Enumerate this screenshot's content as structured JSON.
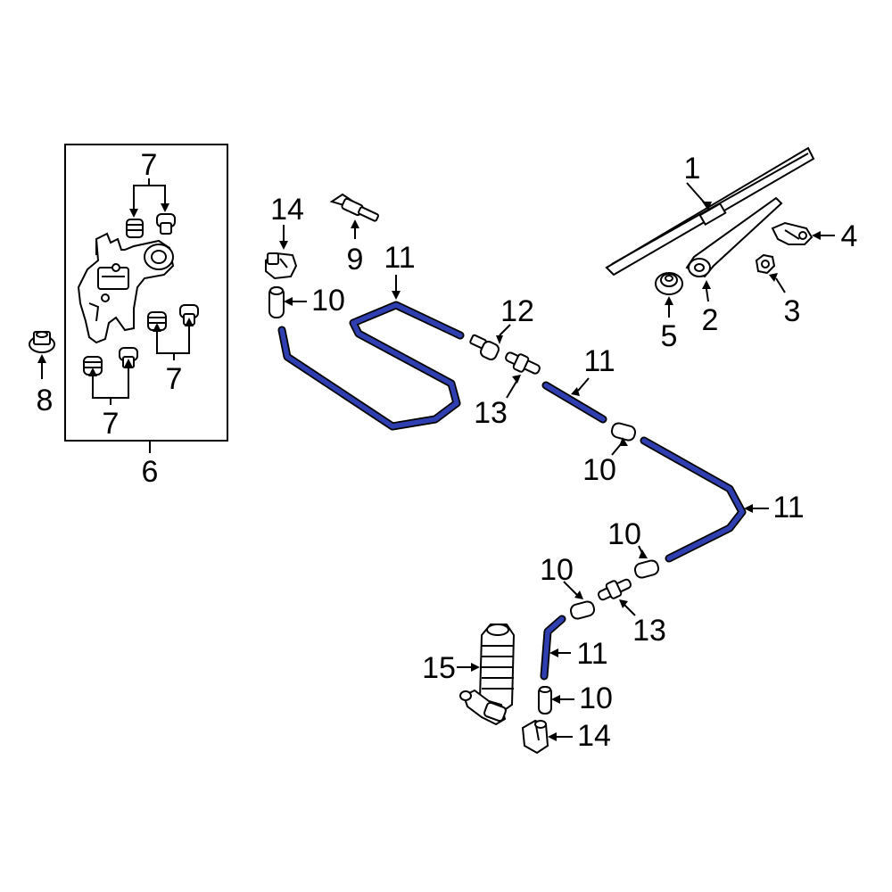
{
  "colors": {
    "hose": "#2f3fb0",
    "line": "#000000",
    "background": "#ffffff"
  },
  "labels": {
    "inset_parts": "7",
    "inset_parts_bottom": "7",
    "inset_parts_right": "7",
    "assembly": "6",
    "nut_left": "8",
    "blade": "1",
    "arm": "2",
    "nut_right": "3",
    "cap": "4",
    "cover": "5",
    "nozzle_top": "14",
    "nozzle_pin": "9",
    "hose_upper": "11",
    "connector_upper": "10",
    "check_valve": "12",
    "tee_upper": "13",
    "hose_mid": "11",
    "connector_mid": "10",
    "hose_long": "11",
    "connector_right": "10",
    "connector_lower": "10",
    "tee_lower": "13",
    "hose_short": "11",
    "connector_bottom": "10",
    "nozzle_bottom": "14",
    "pump": "15"
  }
}
